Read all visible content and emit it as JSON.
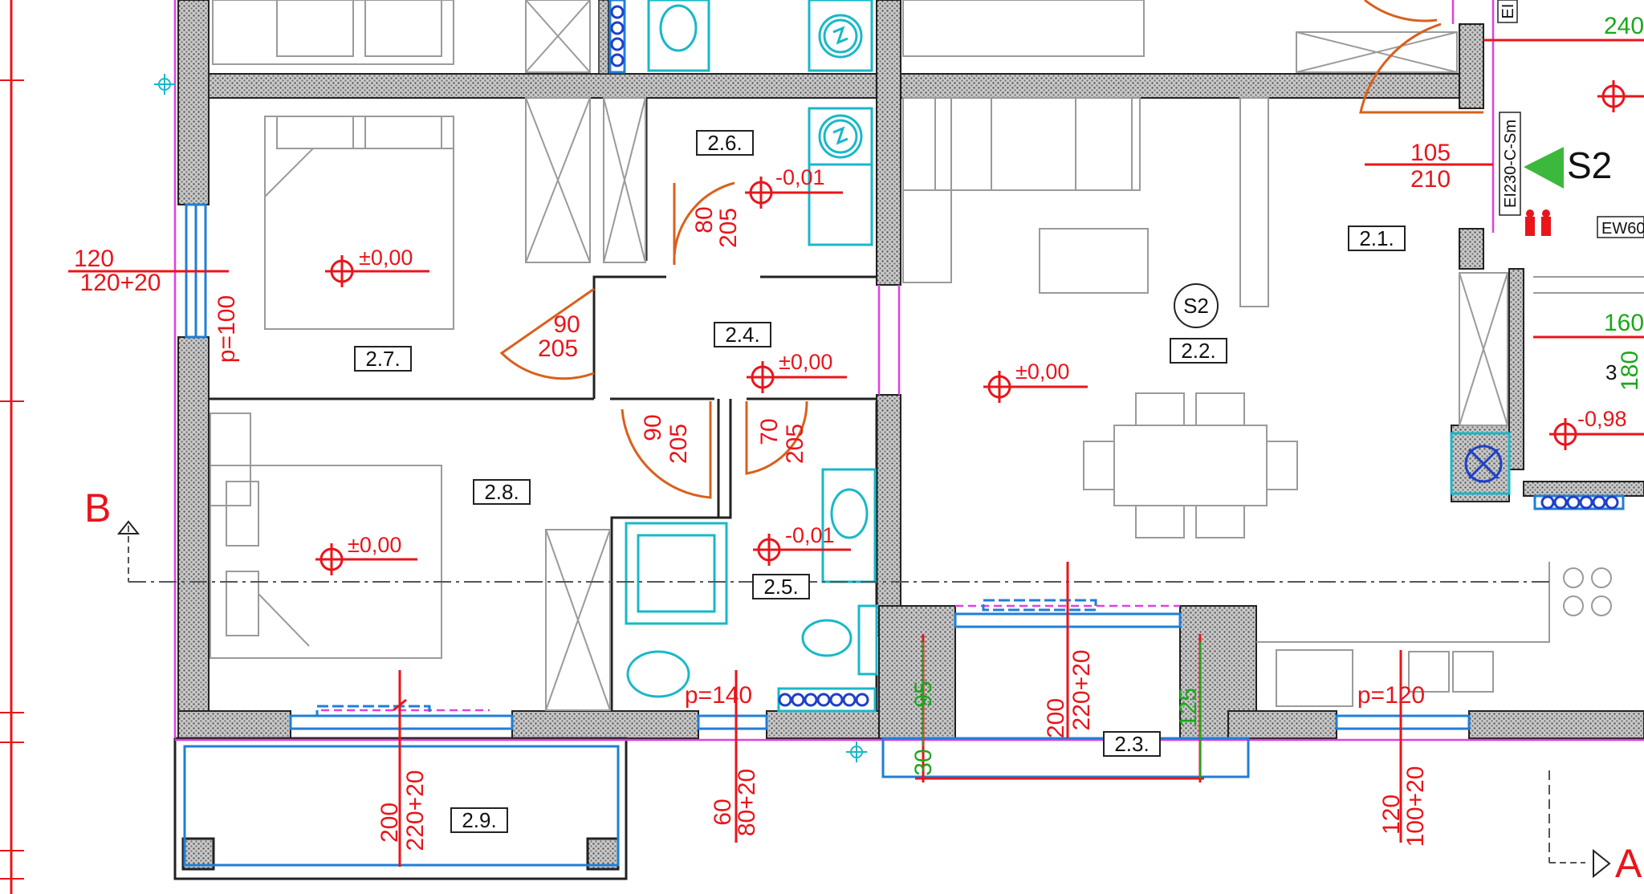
{
  "colors": {
    "wall_fill": "#8a8a8a",
    "dimension": "#e8151b",
    "green_dimension": "#1aa81a",
    "window": "#1e7fd8",
    "fixture": "#19b8c8",
    "furniture": "#9a9a9a",
    "door": "#d9601c",
    "magenta": "#e040e0",
    "marker_green": "#3cb83c"
  },
  "rooms": [
    {
      "id": "2.1.",
      "level": ""
    },
    {
      "id": "2.2.",
      "level": "±0,00"
    },
    {
      "id": "2.3.",
      "level": ""
    },
    {
      "id": "2.4.",
      "level": "±0,00"
    },
    {
      "id": "2.5.",
      "level": "-0,01"
    },
    {
      "id": "2.6.",
      "level": "-0,01"
    },
    {
      "id": "2.7.",
      "level": "±0,00"
    },
    {
      "id": "2.8.",
      "level": "±0,00"
    },
    {
      "id": "2.9.",
      "level": ""
    }
  ],
  "doors": [
    {
      "top": "105",
      "bottom": "210"
    },
    {
      "top": "80",
      "bottom": "205"
    },
    {
      "top": "90",
      "bottom": "205"
    },
    {
      "top": "90",
      "bottom": "205"
    },
    {
      "top": "70",
      "bottom": "205"
    }
  ],
  "windows": [
    {
      "top": "120",
      "bottom": "120+20",
      "parapet": "p=100"
    },
    {
      "top": "200",
      "bottom": "220+20",
      "parapet": ""
    },
    {
      "top": "60",
      "bottom": "80+20",
      "parapet": "p=140"
    },
    {
      "top": "200",
      "bottom": "220+20",
      "parapet": ""
    },
    {
      "top": "120",
      "bottom": "100+20",
      "parapet": "p=120"
    }
  ],
  "green_dims": [
    "95",
    "30",
    "125",
    "240",
    "160",
    "180"
  ],
  "side_levels": [
    "-0,98"
  ],
  "section_markers": {
    "b": "B",
    "a": "A",
    "s2": "S2"
  },
  "wall_label": "EI230-C-Sm",
  "ew_label": "EW60",
  "edge_labels": {
    "ei": "EI",
    "three": "3"
  }
}
